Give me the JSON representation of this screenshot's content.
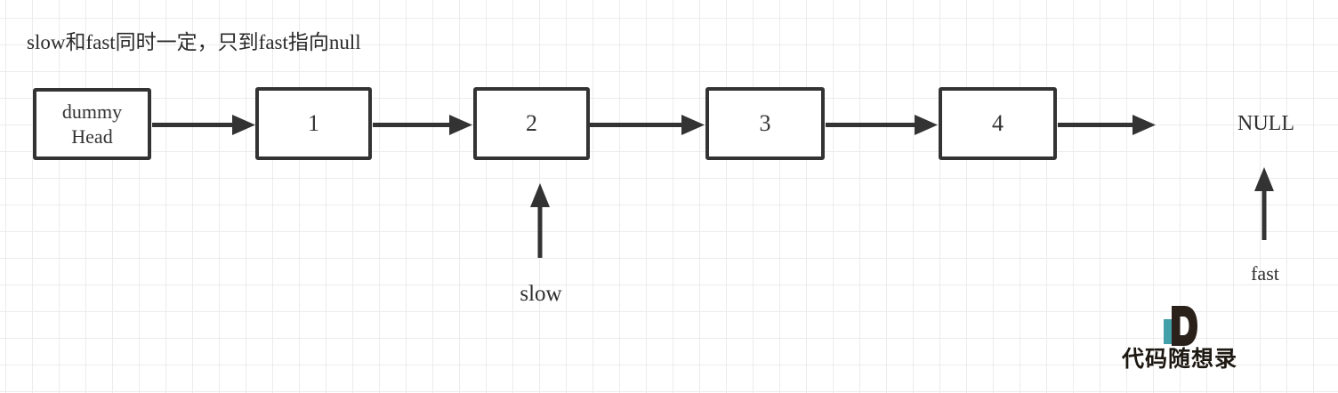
{
  "title": "slow和fast同时一定，只到fast指向null",
  "list": {
    "nodes": [
      {
        "label": "dummy\nHead"
      },
      {
        "label": "1"
      },
      {
        "label": "2"
      },
      {
        "label": "3"
      },
      {
        "label": "4"
      }
    ],
    "terminator": "NULL"
  },
  "pointers": {
    "slow_label": "slow",
    "fast_label": "fast"
  },
  "logo": {
    "monogram": "D",
    "brand": "代码随想录"
  },
  "colors": {
    "stroke": "#333333",
    "text": "#2e2e2e",
    "grid_line": "#ececec",
    "logo_teal": "#43a0a8",
    "logo_dark": "#2a211a"
  }
}
